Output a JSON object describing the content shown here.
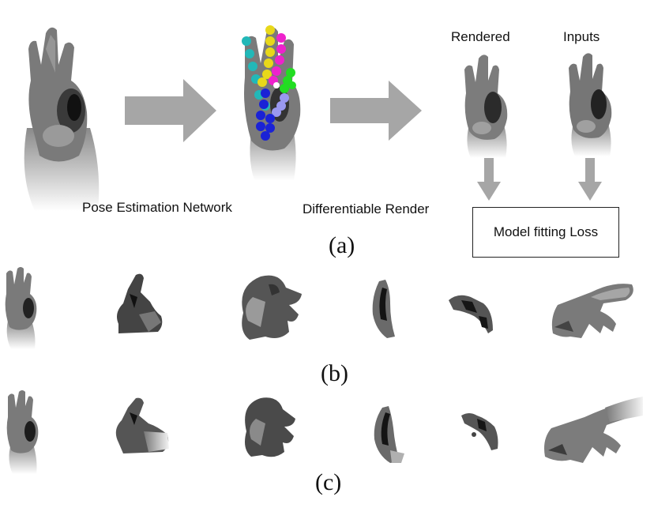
{
  "labels": {
    "rendered": "Rendered",
    "inputs": "Inputs",
    "pose_estimation": "Pose Estimation Network",
    "differentiable_render": "Differentiable Render",
    "loss_box": "Model fitting Loss",
    "panel_a": "(a)",
    "panel_b": "(b)",
    "panel_c": "(c)"
  },
  "colors": {
    "arrow": "#a6a6a6",
    "joint_thumb": "#1a22d6",
    "joint_index": "#9a98f0",
    "joint_middle": "#22dd22",
    "joint_ring": "#ee22cc",
    "joint_pinky": "#e8d81a",
    "joint_palm": "#22b8b8"
  }
}
